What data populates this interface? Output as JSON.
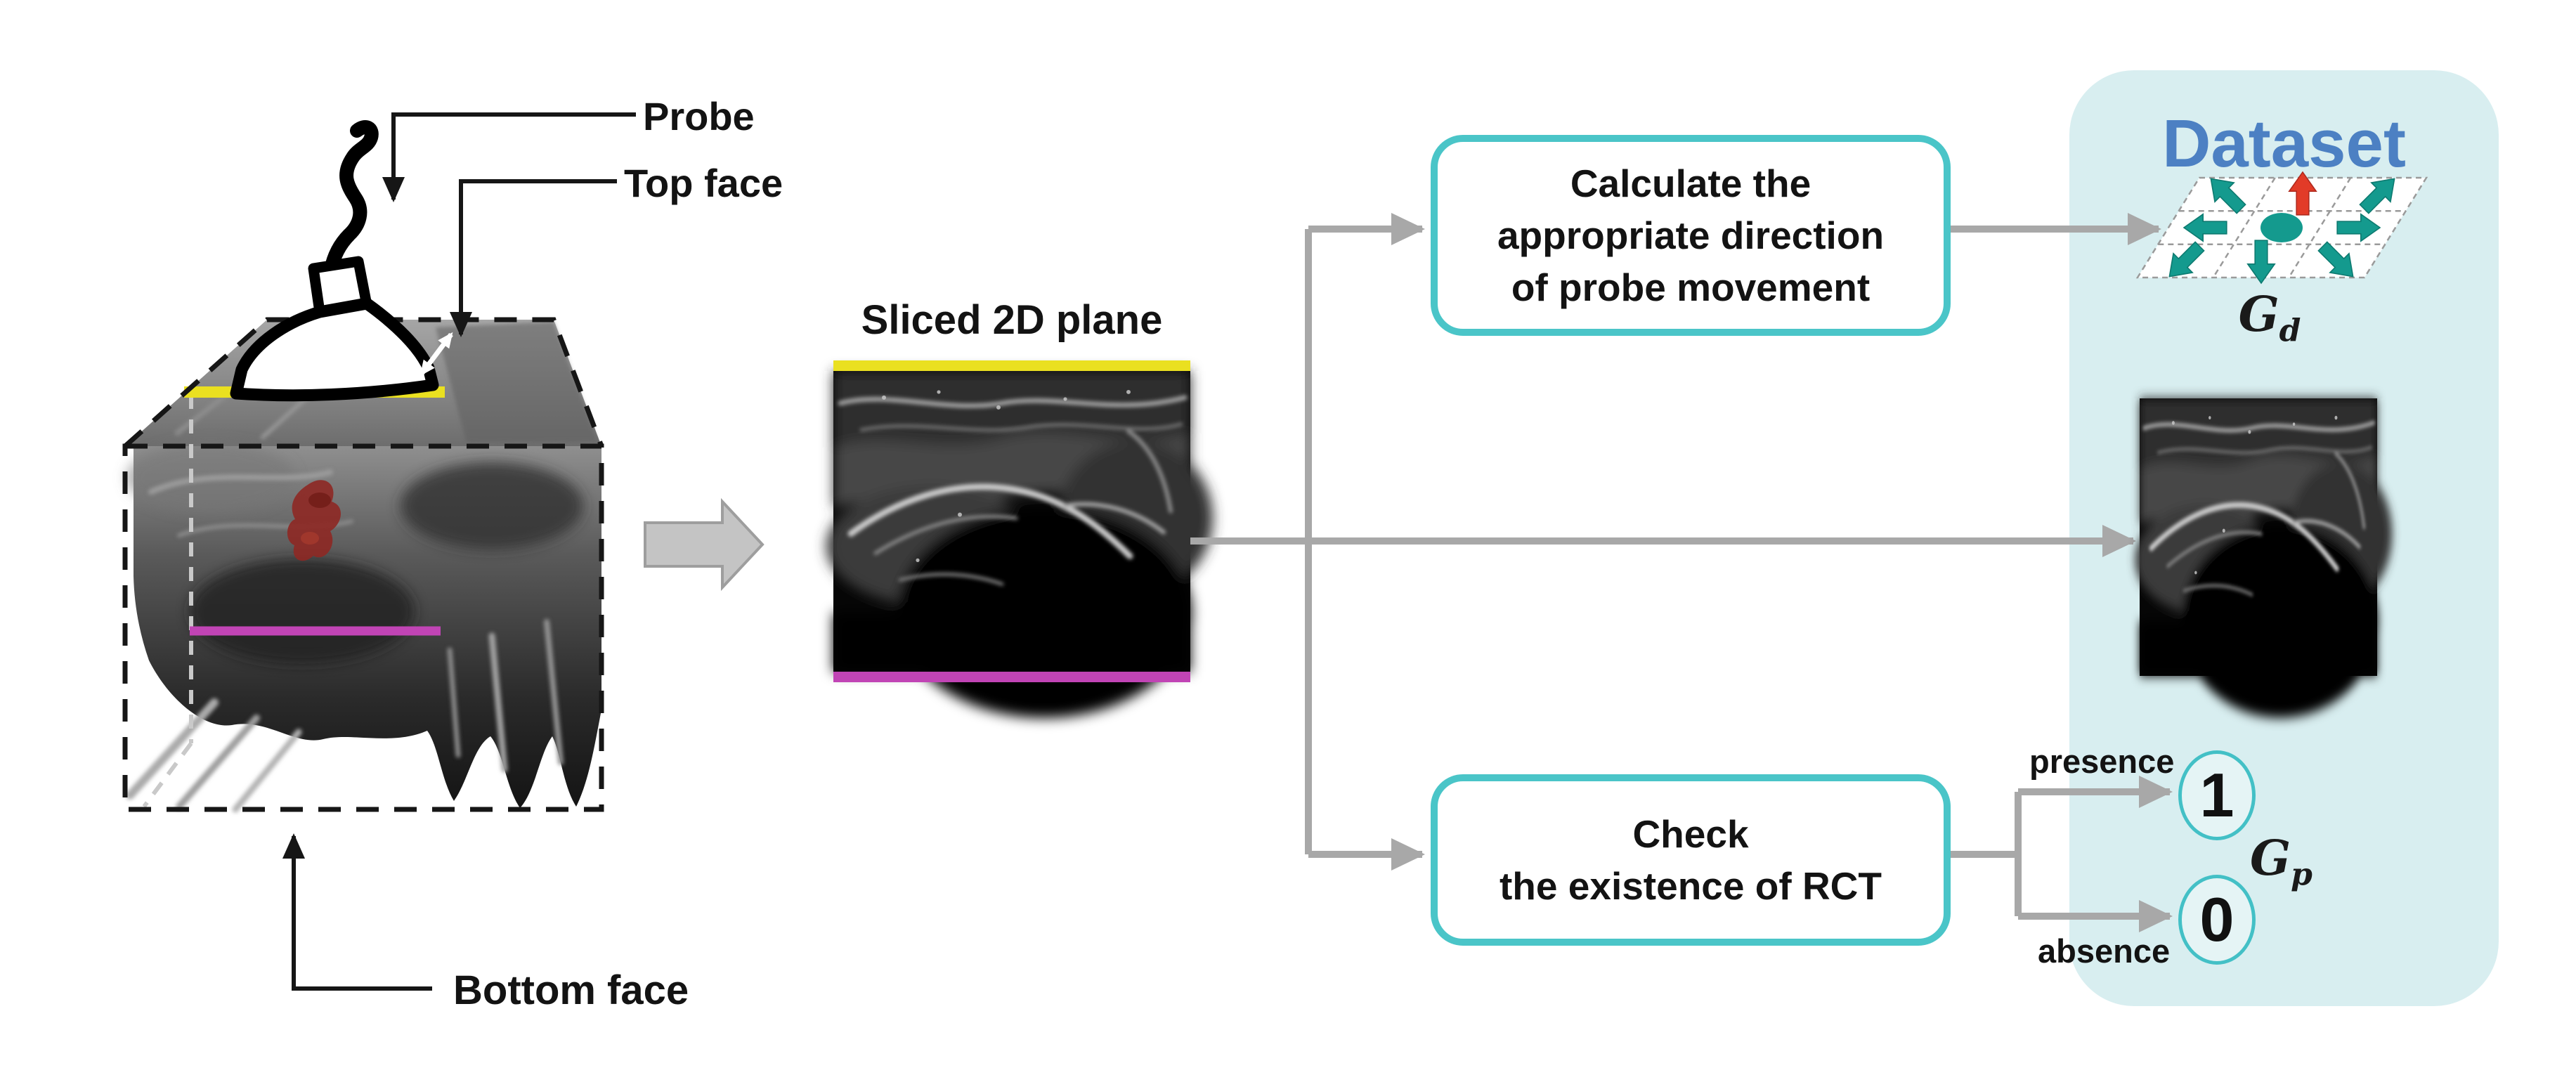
{
  "figure": {
    "volume": {
      "probe_label": "Probe",
      "top_face_label": "Top face",
      "bottom_face_label": "Bottom face"
    },
    "slice": {
      "title": "Sliced 2D plane"
    },
    "steps": {
      "calculate": {
        "line1": "Calculate the",
        "line2": "appropriate direction",
        "line3": "of probe movement"
      },
      "check": {
        "line1": "Check",
        "line2": "the existence of RCT"
      }
    },
    "dataset": {
      "title": "Dataset",
      "gd_base": "G",
      "gd_sub": "d",
      "gp_base": "G",
      "gp_sub": "p",
      "presence_label": "presence",
      "absence_label": "absence",
      "presence_value": "1",
      "absence_value": "0",
      "direction_grid": {
        "rows": [
          [
            "up-left",
            "up",
            "up-right"
          ],
          [
            "left",
            "dot",
            "right"
          ],
          [
            "down-left",
            "down",
            "down-right"
          ]
        ],
        "highlighted_direction": "up"
      }
    },
    "colors": {
      "panel_background": "#d8eef0",
      "step_box_border": "#4ac5c8",
      "connector_gray": "#a8a8a8",
      "dataset_title_blue": "#4c80c3",
      "slice_top_line_yellow": "#eae020",
      "slice_bottom_line_magenta": "#c144b5",
      "direction_arrow_teal": "#149a8e",
      "direction_arrow_red": "#e23b28",
      "rct_overlay_red": "#8e2823",
      "value_circle_teal": "#43c0c6"
    },
    "icons": {
      "probe": "ultrasound-probe-icon",
      "slice_transform": "big-right-arrow-icon",
      "contact_gap": "double-headed-arrow-icon"
    }
  }
}
